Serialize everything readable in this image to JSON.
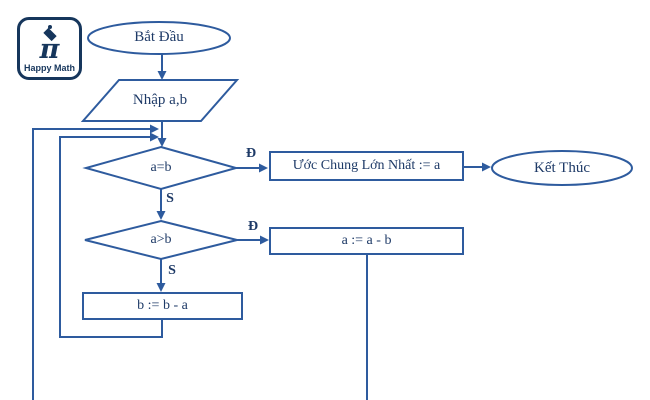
{
  "logo": {
    "brand": "Happy Math",
    "icon": "pi-graduate-icon"
  },
  "colors": {
    "line": "#2e5b9e",
    "text": "#1e3a67",
    "logo": "#16365c",
    "background": "#ffffff"
  },
  "flowchart": {
    "start": "Bắt Đầu",
    "input": "Nhập a,b",
    "cond1": "a=b",
    "cond2": "a>b",
    "gcd": "Ước Chung Lớn Nhất := a",
    "end": "Kết Thúc",
    "assign_a": "a := a - b",
    "assign_b": "b := b - a",
    "yes": "Đ",
    "no": "S"
  }
}
